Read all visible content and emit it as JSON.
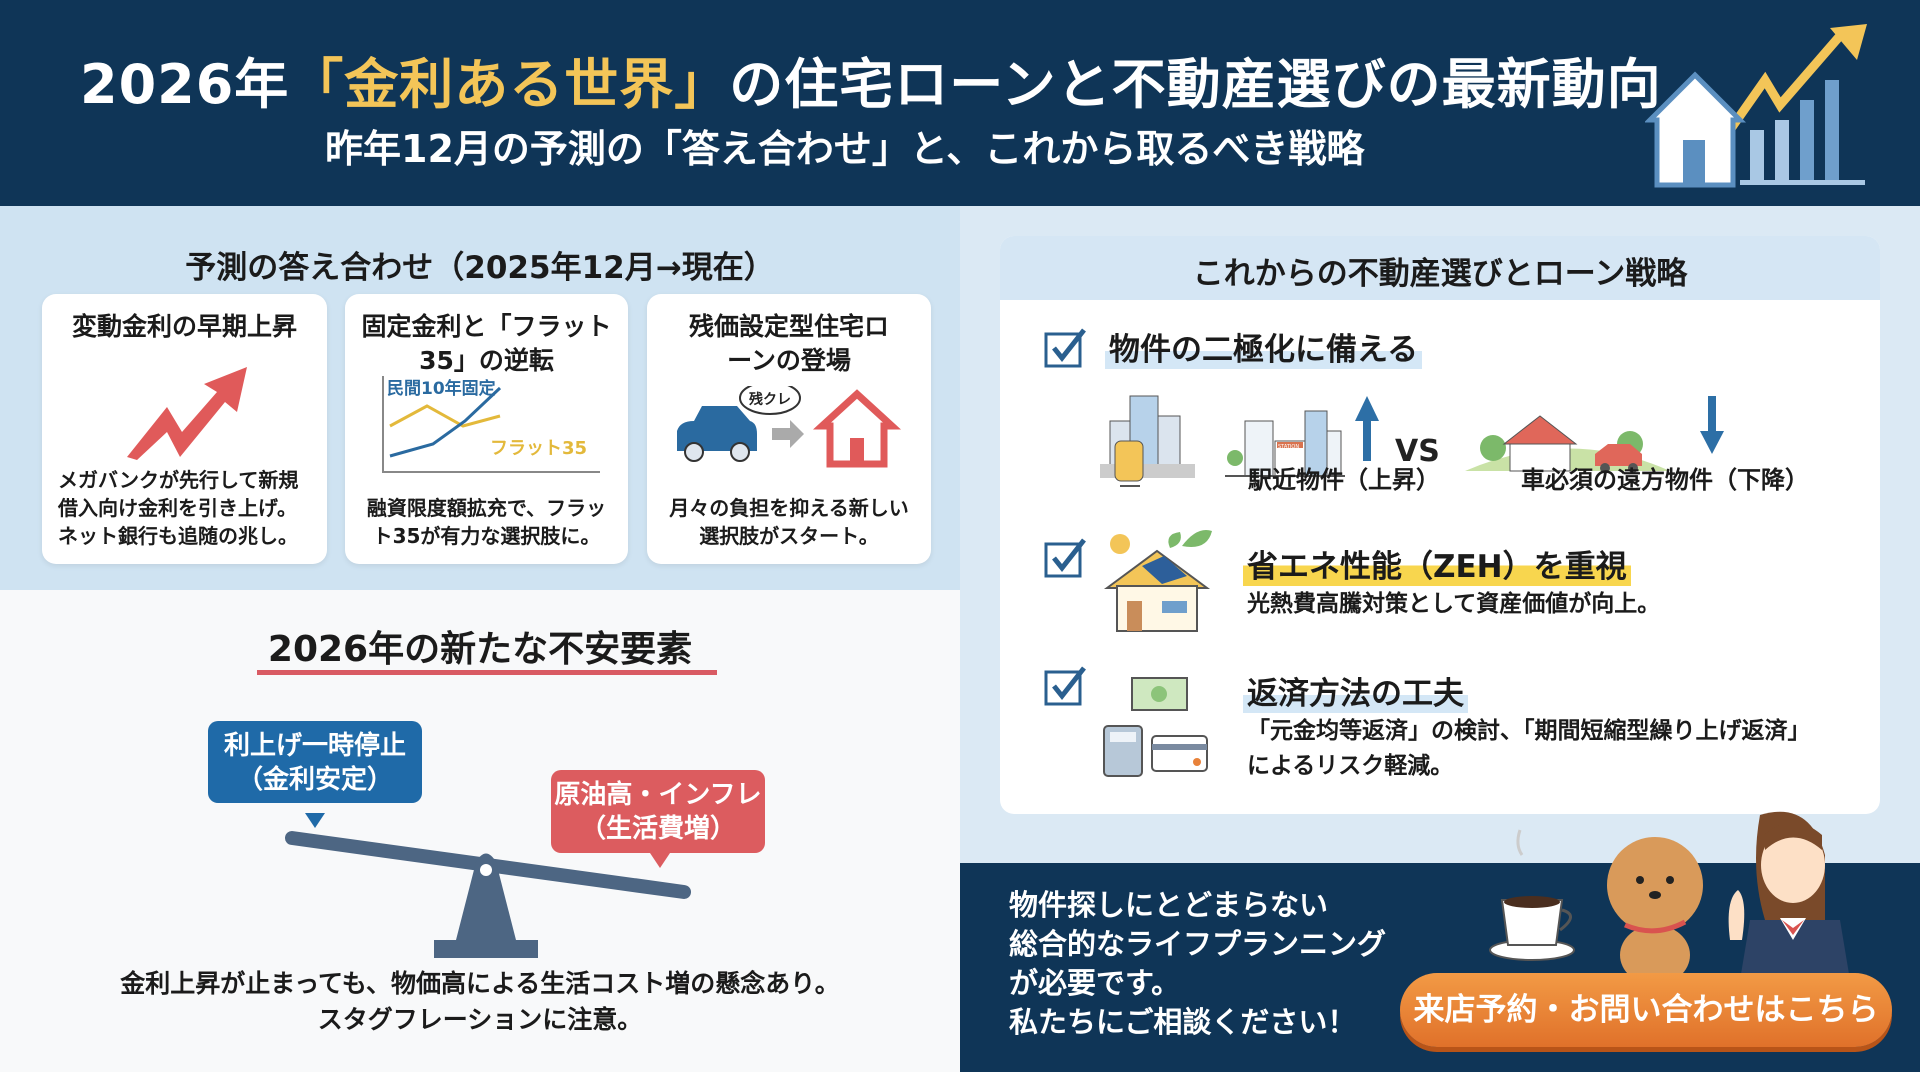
{
  "header": {
    "title_prefix": "2026年",
    "title_highlight": "「金利ある世界」",
    "title_suffix": "の住宅ローンと不動産選びの最新動向",
    "subtitle": "昨年12月の予測の「答え合わせ」と、これから取るべき戦略",
    "icon": "house-rising-chart-icon"
  },
  "review": {
    "title": "予測の答え合わせ（2025年12月→現在）",
    "cards": [
      {
        "title": "変動金利の早期上昇",
        "text": "メガバンクが先行して新規借入向け金利を引き上げ。ネット銀行も追随の兆し。",
        "icon": "rising-arrow-icon"
      },
      {
        "title": "固定金利と「フラット35」の逆転",
        "text": "融資限度額拡充で、フラット35が有力な選択肢に。",
        "icon": "line-chart-icon",
        "series": [
          "民間10年固定",
          "フラット35"
        ]
      },
      {
        "title": "残価設定型住宅ローンの登場",
        "text": "月々の負担を抑える新しい選択肢がスタート。",
        "icon": "car-to-house-icon",
        "bubble": "残クレ"
      }
    ]
  },
  "risk": {
    "title": "2026年の新たな不安要素",
    "left_bubble": [
      "利上げ一時停止",
      "（金利安定）"
    ],
    "right_bubble": [
      "原油高・インフレ",
      "（生活費増）"
    ],
    "text": [
      "金利上昇が止まっても、物価高による生活コスト増の懸念あり。",
      "スタグフレーションに注意。"
    ],
    "icon": "seesaw-icon"
  },
  "strategy": {
    "title": "これからの不動産選びとローン戦略",
    "items": [
      {
        "title": "物件の二極化に備える",
        "left_label": "駅近物件（上昇）",
        "vs": "VS",
        "right_label": "車必須の遠方物件（下降）",
        "station_sign": "STATION"
      },
      {
        "title": "省エネ性能（ZEH）を重視",
        "text": "光熱費高騰対策として資産価値が向上。"
      },
      {
        "title": "返済方法の工夫",
        "text": [
          "「元金均等返済」の検討、「期間短縮型繰り上げ返済」",
          "によるリスク軽減。"
        ]
      }
    ]
  },
  "cta": {
    "text": [
      "物件探しにとどまらない",
      "総合的なライフプランニング",
      "が必要です。",
      "私たちにご相談ください！"
    ],
    "button": "来店予約・お問い合わせはこちら"
  },
  "colors": {
    "navy": "#0f3557",
    "gold": "#f3c558",
    "red": "#e05a5a",
    "blue": "#1f6aa8",
    "orange": "#e8823a"
  }
}
